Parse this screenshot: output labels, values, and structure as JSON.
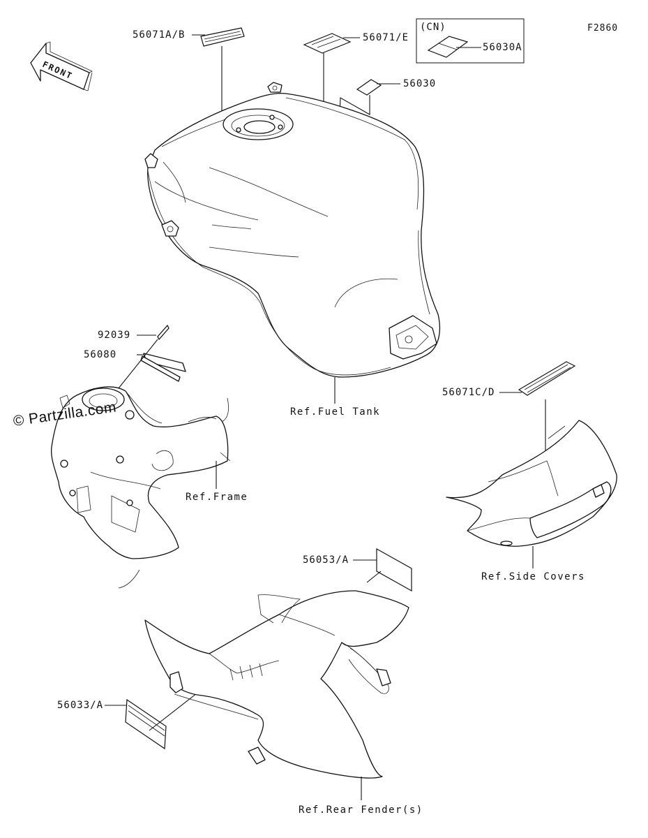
{
  "diagram": {
    "code": "F2860",
    "watermark": "© Partzilla.com",
    "front_label": "FRONT",
    "cn_region_label": "(CN)",
    "parts": [
      {
        "id": "p56071AB",
        "label": "56071A/B"
      },
      {
        "id": "p56071E",
        "label": "56071/E"
      },
      {
        "id": "p56030A",
        "label": "56030A"
      },
      {
        "id": "p56030",
        "label": "56030"
      },
      {
        "id": "p92039",
        "label": "92039"
      },
      {
        "id": "p56080",
        "label": "56080"
      },
      {
        "id": "p56071CD",
        "label": "56071C/D"
      },
      {
        "id": "p56053A",
        "label": "56053/A"
      },
      {
        "id": "p56033A",
        "label": "56033/A"
      }
    ],
    "references": [
      {
        "id": "fuel_tank",
        "label": "Ref.Fuel Tank"
      },
      {
        "id": "frame",
        "label": "Ref.Frame"
      },
      {
        "id": "side_covers",
        "label": "Ref.Side Covers"
      },
      {
        "id": "rear_fender",
        "label": "Ref.Rear Fender(s)"
      }
    ]
  }
}
